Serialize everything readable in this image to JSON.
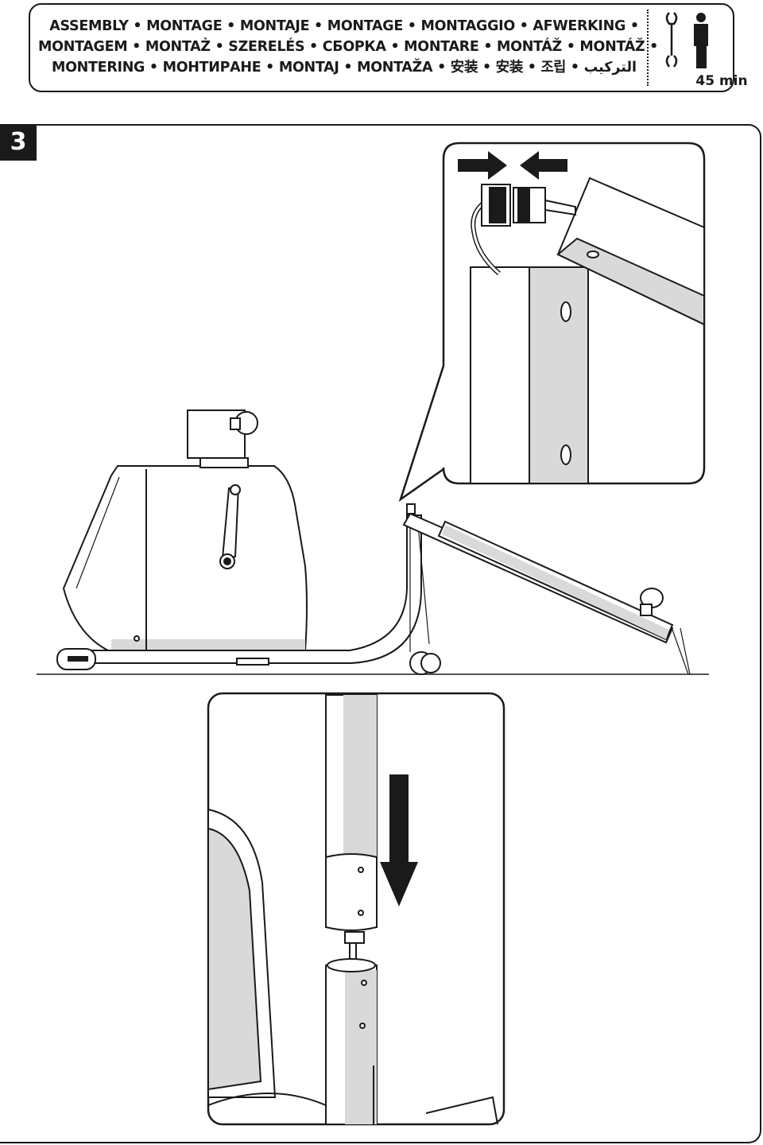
{
  "header": {
    "lines": [
      "ASSEMBLY • MONTAGE • MONTAJE • MONTAGE • MONTAGGIO • AFWERKING •",
      "MONTAGEM • MONTAŻ • SZERELÉS • СБОРКА • MONTARE • MONTÁŽ • MONTÁŽ •",
      "MONTERING • МОНТИРАНЕ • MONTAJ • MONTAŽA • 安装 • 安装 • 조립 • التركيب"
    ],
    "duration": "45 min",
    "icons": [
      "wrench-icon",
      "person-icon"
    ]
  },
  "step": {
    "number": "3"
  },
  "illustrations": {
    "main": "exercise-bike-frame-with-rear-tube",
    "detail_top": "cable-connector-callout",
    "detail_bottom": "tube-insertion-callout"
  },
  "colors": {
    "line": "#1a1a1a",
    "shade": "#d9d9d9",
    "arrow": "#1a1a1a"
  }
}
